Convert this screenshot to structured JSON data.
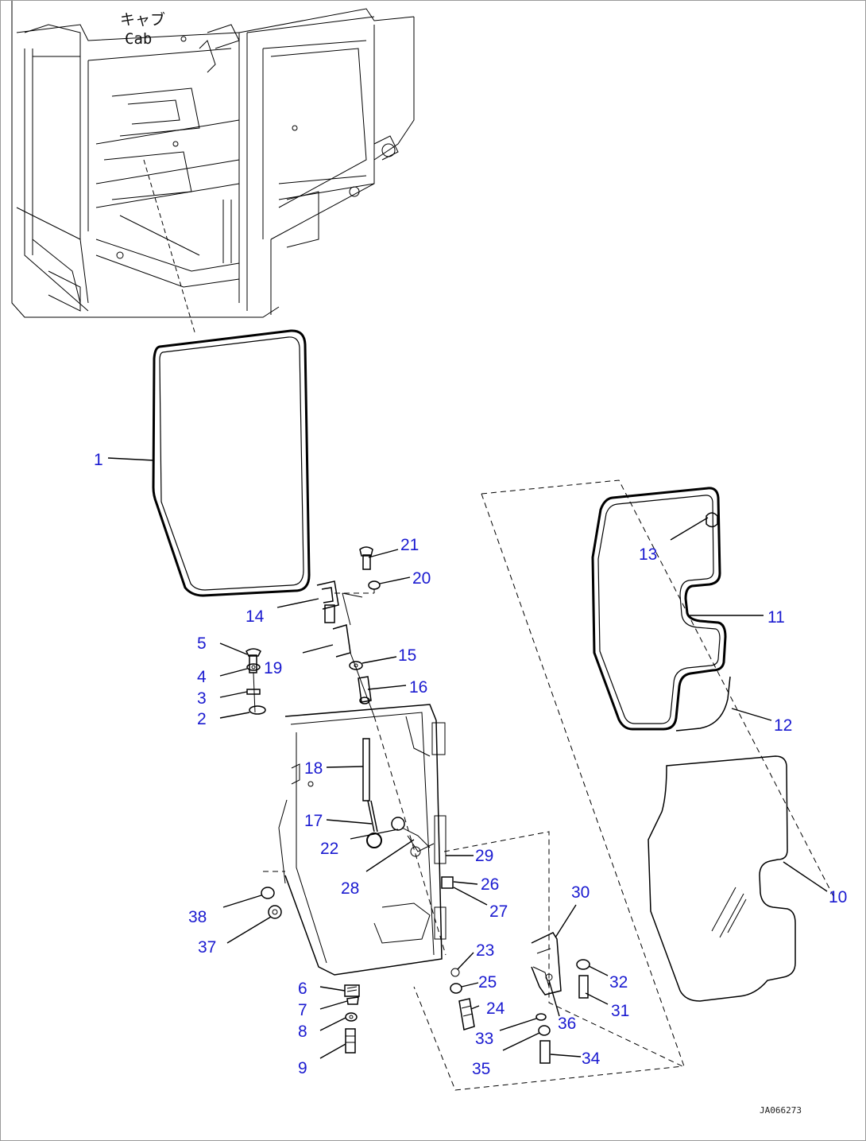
{
  "labels": {
    "cab_jp": "キャブ",
    "cab_en": "Cab",
    "drawing_code": "JA066273"
  },
  "colors": {
    "callout": "#1a1ad0",
    "line": "#000000"
  },
  "callouts": [
    "1",
    "2",
    "3",
    "4",
    "5",
    "6",
    "7",
    "8",
    "9",
    "10",
    "11",
    "12",
    "13",
    "14",
    "15",
    "16",
    "17",
    "18",
    "19",
    "20",
    "21",
    "22",
    "23",
    "24",
    "25",
    "26",
    "27",
    "28",
    "29",
    "30",
    "31",
    "32",
    "33",
    "34",
    "35",
    "36",
    "37",
    "38"
  ]
}
